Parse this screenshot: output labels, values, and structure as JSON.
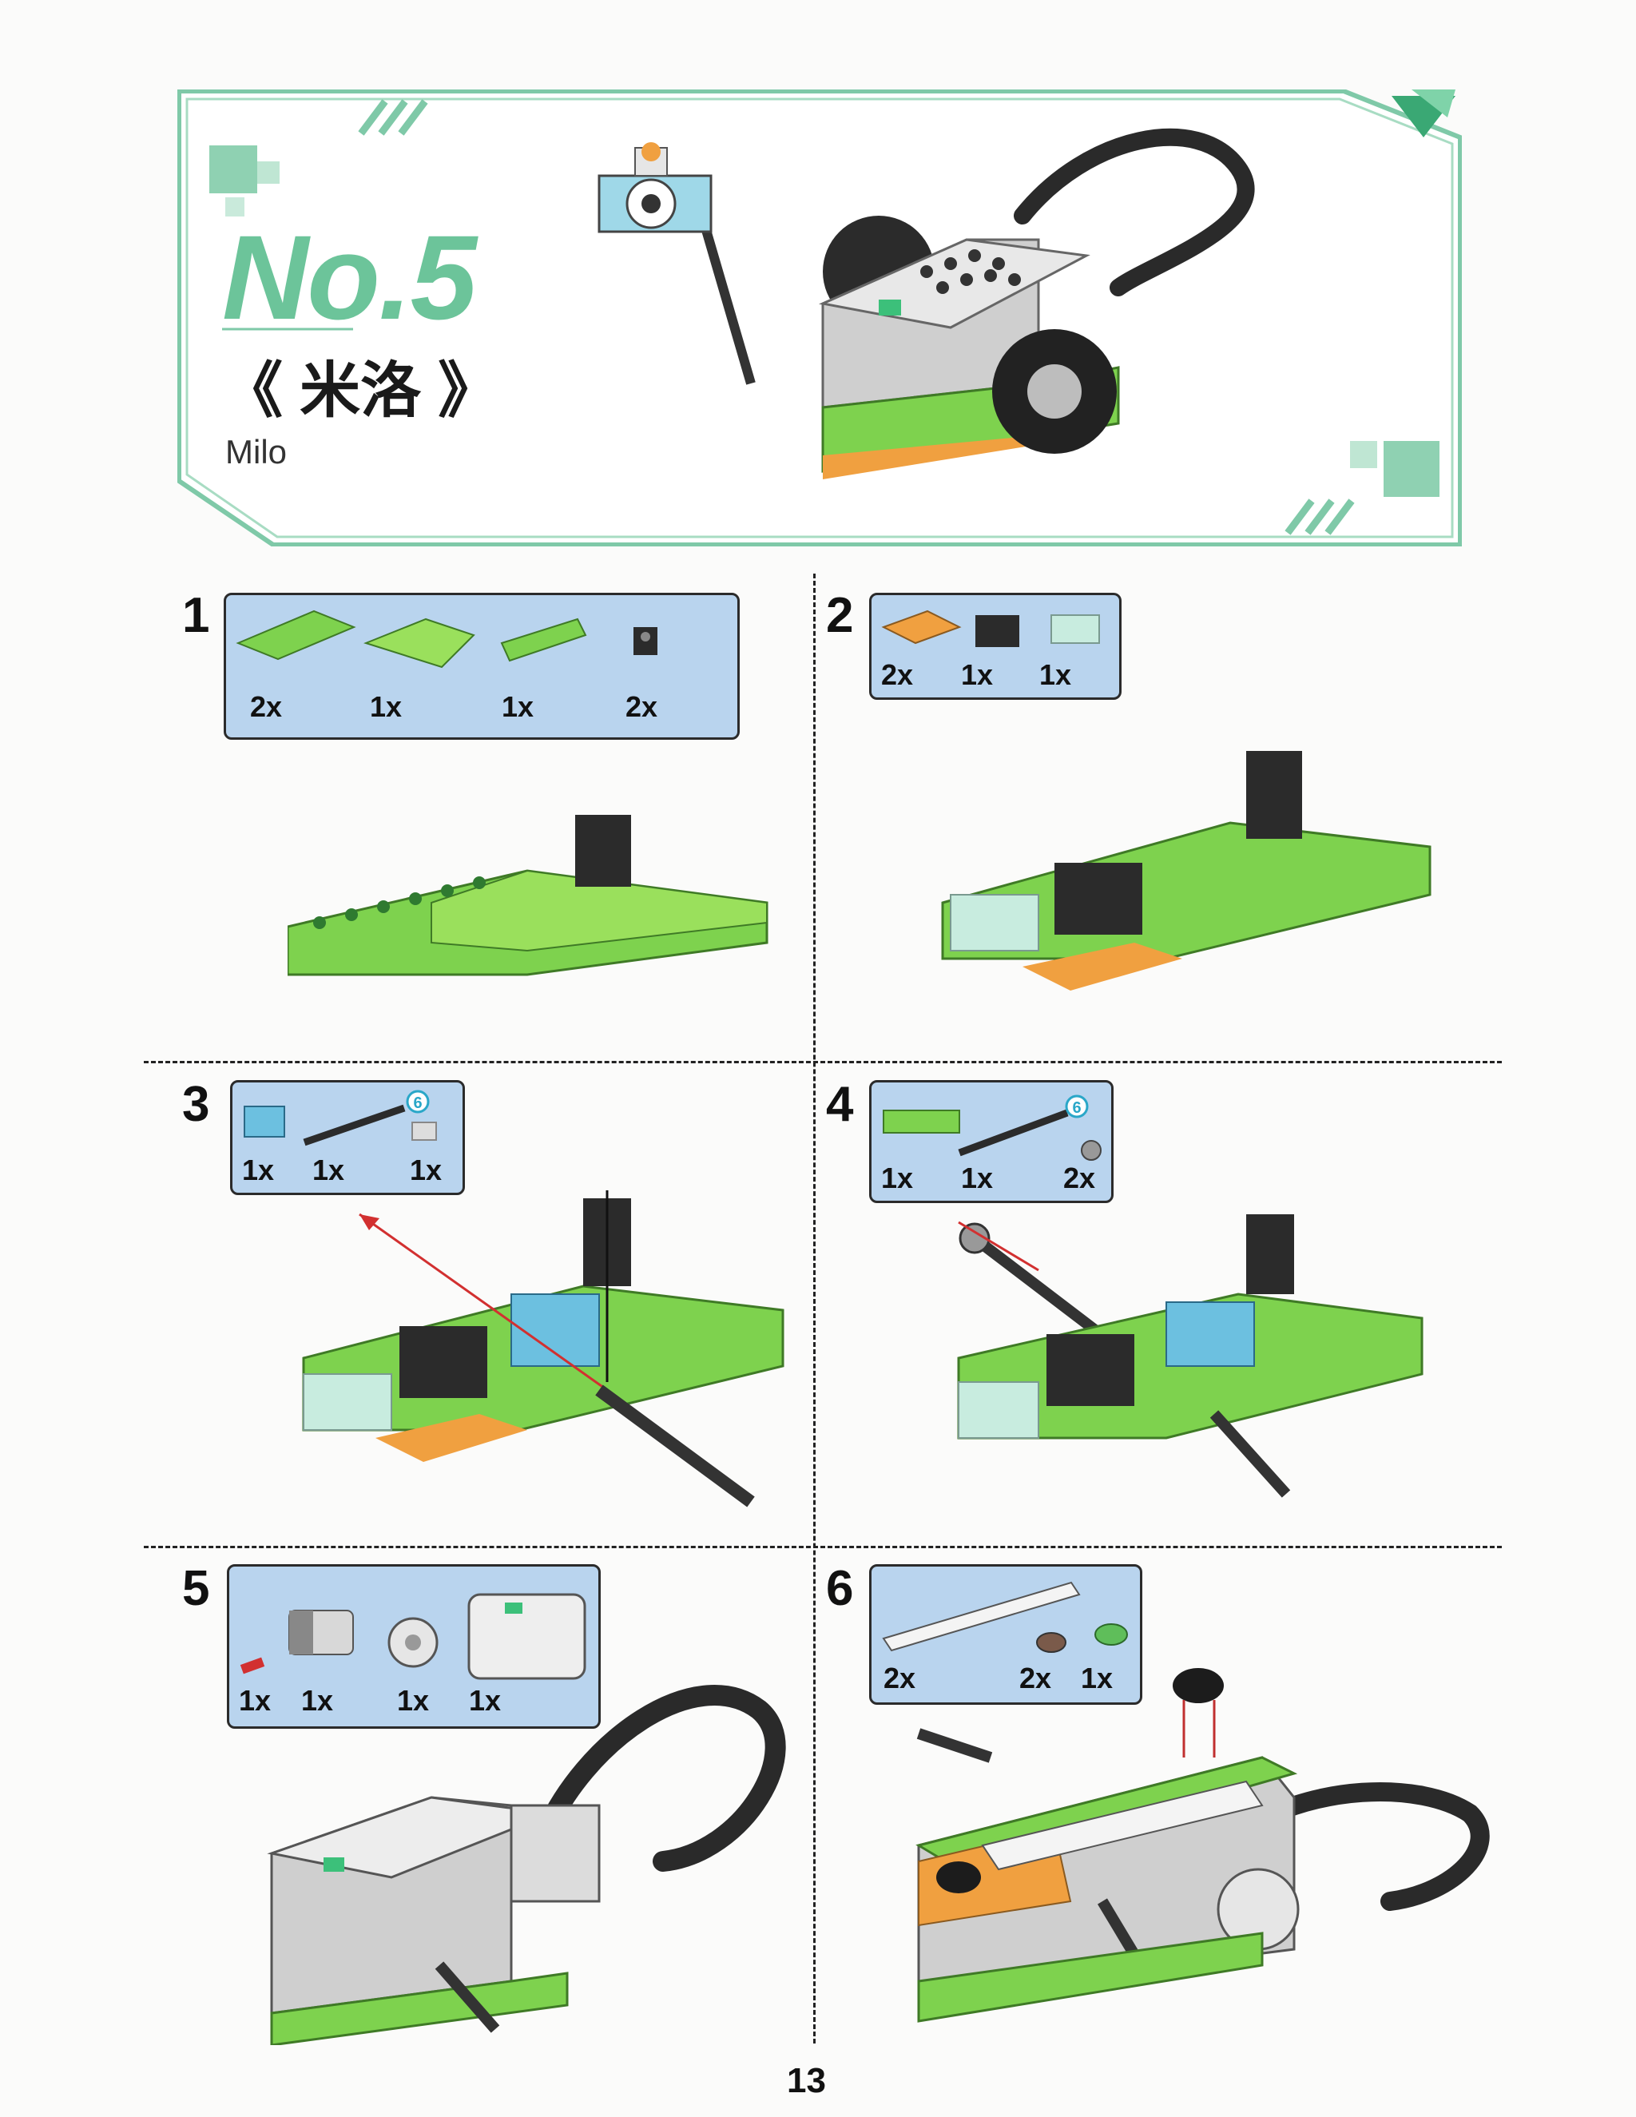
{
  "header": {
    "number": "No.5",
    "title_cn": "《 米洛 》",
    "title_en": "Milo"
  },
  "steps": [
    {
      "number": "1",
      "parts": [
        {
          "qty": "2x",
          "icon": "green-plate-2x8"
        },
        {
          "qty": "1x",
          "icon": "green-wedge-plate"
        },
        {
          "qty": "1x",
          "icon": "green-technic-brick"
        },
        {
          "qty": "2x",
          "icon": "black-pin-connector"
        }
      ]
    },
    {
      "number": "2",
      "parts": [
        {
          "qty": "2x",
          "icon": "orange-brick"
        },
        {
          "qty": "1x",
          "icon": "black-brick"
        },
        {
          "qty": "1x",
          "icon": "transparent-plate"
        }
      ]
    },
    {
      "number": "3",
      "parts": [
        {
          "qty": "1x",
          "icon": "blue-brick"
        },
        {
          "qty": "1x",
          "icon": "axle-6"
        },
        {
          "qty": "1x",
          "icon": "axle-connector"
        }
      ],
      "axle_length": "6"
    },
    {
      "number": "4",
      "parts": [
        {
          "qty": "1x",
          "icon": "green-technic-brick"
        },
        {
          "qty": "1x",
          "icon": "axle-6"
        },
        {
          "qty": "2x",
          "icon": "bushing"
        }
      ],
      "axle_length": "6"
    },
    {
      "number": "5",
      "parts": [
        {
          "qty": "1x",
          "icon": "red-pin"
        },
        {
          "qty": "1x",
          "icon": "motor"
        },
        {
          "qty": "1x",
          "icon": "pulley-wheel"
        },
        {
          "qty": "1x",
          "icon": "smart-hub"
        }
      ]
    },
    {
      "number": "6",
      "parts": [
        {
          "qty": "2x",
          "icon": "white-technic-beam"
        },
        {
          "qty": "2x",
          "icon": "round-plate-dark"
        },
        {
          "qty": "1x",
          "icon": "round-plate-green"
        }
      ]
    }
  ],
  "page_number": "13",
  "colors": {
    "accent": "#6cc49a",
    "lego_green": "#7ed24e",
    "parts_bg": "#b9d4ee"
  }
}
